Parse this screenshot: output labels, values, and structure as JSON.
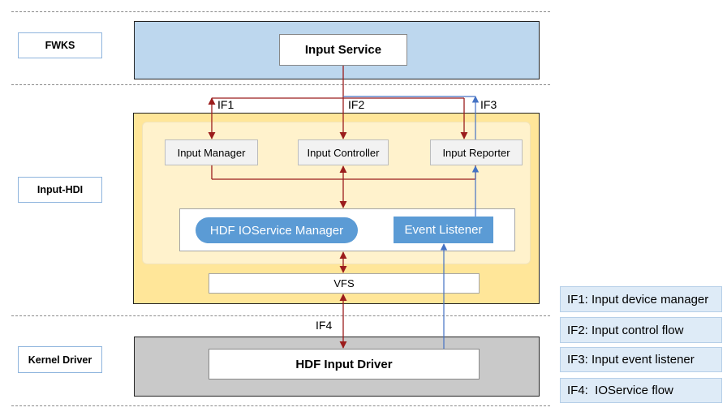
{
  "layers": {
    "fwks": "FWKS",
    "input_hdi": "Input-HDI",
    "kernel_driver": "Kernel Driver"
  },
  "components": {
    "input_service": "Input Service",
    "input_manager": "Input Manager",
    "input_controller": "Input Controller",
    "input_reporter": "Input Reporter",
    "hdf_ioservice_manager": "HDF IOService Manager",
    "event_listener": "Event Listener",
    "vfs": "VFS",
    "hdf_input_driver": "HDF Input Driver"
  },
  "interfaces": {
    "if1": "IF1",
    "if2": "IF2",
    "if3": "IF3",
    "if4": "IF4"
  },
  "legend": [
    "IF1: Input device manager",
    "IF2: Input control flow",
    "IF3: Input event listener",
    "IF4:  IOService flow"
  ],
  "colors": {
    "control_flow": "#9b1c1c",
    "event_flow": "#4472c4",
    "fwks_fill": "#bdd7ee",
    "hdi_fill": "#ffe699",
    "hdi_inner_fill": "#fff2cc",
    "kernel_fill": "#c9c9c9",
    "pill_fill": "#5b9bd5",
    "legend_fill": "#deebf7"
  }
}
